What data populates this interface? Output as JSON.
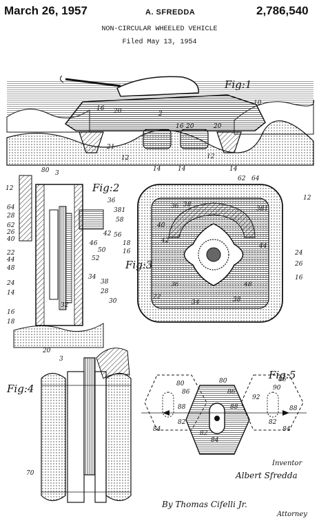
{
  "header": {
    "date": "March 26, 1957",
    "inventor": "A. SFREDDA",
    "patent_number": "2,786,540",
    "title": "NON-CIRCULAR WHEELED VEHICLE",
    "filed": "Filed May 13, 1954"
  },
  "figures": {
    "fig1": "Fig:1",
    "fig2": "Fig:2",
    "fig3": "Fig:3",
    "fig4": "Fig:4",
    "fig5": "Fig:5"
  },
  "signatures": {
    "inventor_label": "Inventor",
    "inventor_name": "Albert Sfredda",
    "by": "By Thomas Cifelli Jr.",
    "attorney": "Attorney"
  },
  "refs": {
    "fig1": [
      "10",
      "16",
      "20",
      "2",
      "16",
      "20",
      "20",
      "21",
      "12",
      "14",
      "14",
      "12",
      "14"
    ],
    "fig2": [
      "80",
      "3",
      "12",
      "36",
      "381",
      "58",
      "64",
      "28",
      "62",
      "40",
      "26",
      "22",
      "44",
      "48",
      "46",
      "50",
      "52",
      "24",
      "14",
      "34",
      "38",
      "28",
      "32",
      "30",
      "16",
      "18",
      "20",
      "3",
      "42",
      "56",
      "18",
      "16"
    ],
    "fig3": [
      "62",
      "64",
      "12",
      "36",
      "38",
      "381",
      "40",
      "44",
      "42",
      "24",
      "26",
      "16",
      "36",
      "48",
      "22",
      "34",
      "38"
    ],
    "fig4": [
      "70"
    ],
    "fig5": [
      "80",
      "86",
      "80",
      "86",
      "88",
      "92",
      "90",
      "88",
      "88",
      "84",
      "82",
      "84",
      "82",
      "84",
      "82",
      "86"
    ]
  }
}
